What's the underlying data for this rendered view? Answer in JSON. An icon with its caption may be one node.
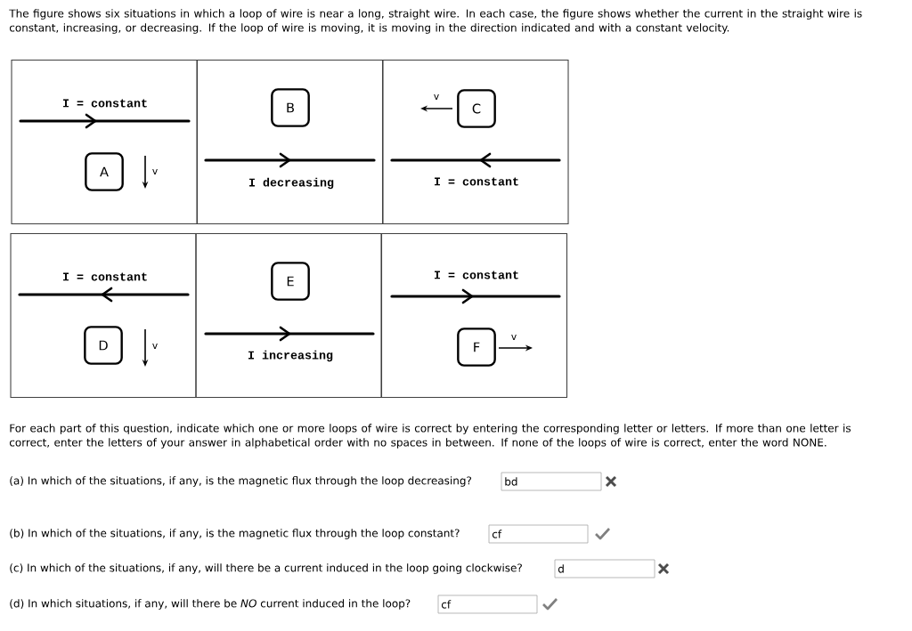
{
  "diagram": {
    "title": "The figure shows six situations in which a loop of wire is near a long, straight wire. In each case, the figure shows whether the current in the straight wire is constant, increasing, or decreasing. If the loop of wire is moving, it is moving in the direction indicated and with a constant velocity.",
    "nodes": [
      {
        "text": [
          "I = constant"
        ]
      },
      {
        "text": [
          "A"
        ],
        "in": 0
      },
      {
        "text": [
          "I decreasing"
        ]
      },
      {
        "text": [
          "B"
        ],
        "in": 2
      },
      {
        "text": [
          "I = constant"
        ]
      },
      {
        "text": [
          "C"
        ],
        "in": 4
      },
      {
        "text": [
          "I = constant"
        ]
      },
      {
        "text": [
          "D"
        ],
        "in": 6
      },
      {
        "text": [
          "I increasing"
        ]
      },
      {
        "text": [
          "E"
        ],
        "in": 8
      },
      {
        "text": [
          "I = constant"
        ]
      },
      {
        "text": [
          "F"
        ],
        "in": 10
      }
    ],
    "labels": [
      "v",
      "v",
      "v",
      "v",
      "For each part of this question, indicate which one or more loops of wire is correct by entering the corresponding letter or letters. If more than one letter is correct, enter the letters of your answer in alphabetical order with no spaces in between. If none of the loops of wire is correct, enter the word NONE.",
      "(a) In which of the situations, if any, is the magnetic flux through the loop decreasing?",
      "bd",
      "(b) In which of the situations, if any, is the magnetic flux through the loop constant?",
      "cf",
      "(c) In which of the situations, if any, will there be a current induced in the loop going clockwise?",
      "d",
      "(d) In which situations, if any, will there be *NO* current induced in the loop?",
      "cf"
    ]
  }
}
